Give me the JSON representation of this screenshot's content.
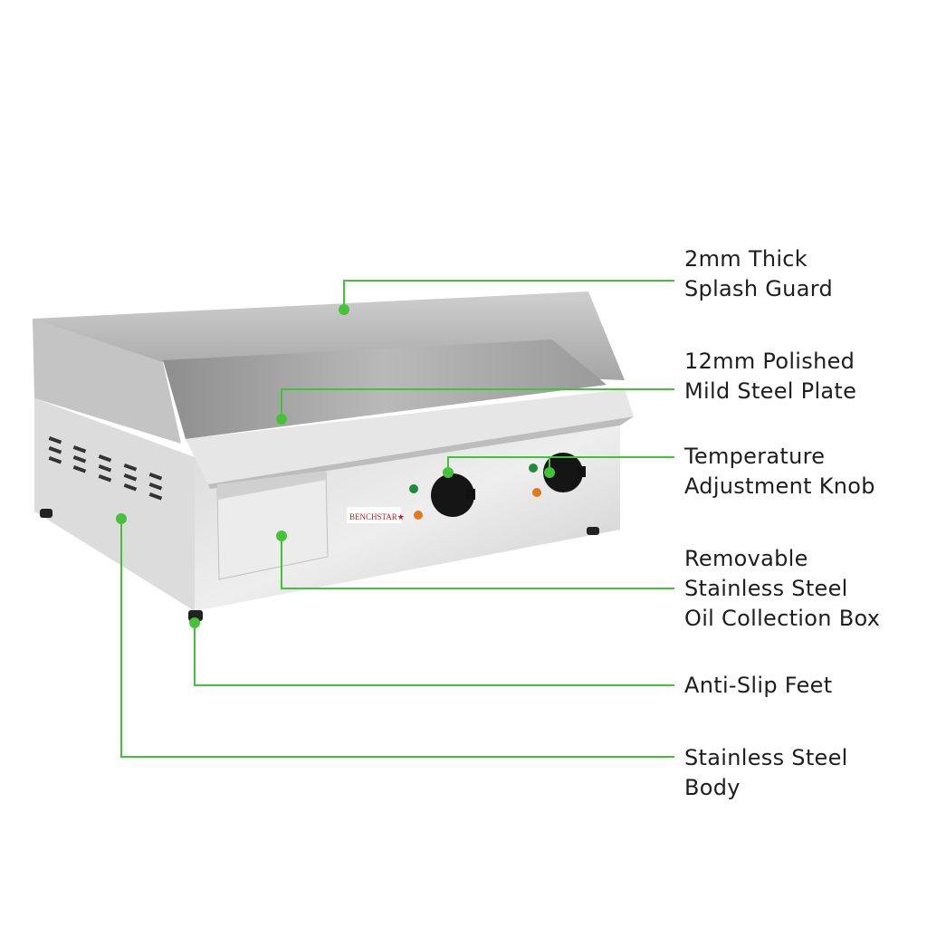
{
  "product": {
    "brand_logo_text": "BENCHSTAR"
  },
  "colors": {
    "callout_line": "#45c23a",
    "label_text": "#1e1e1e"
  },
  "callouts": [
    {
      "id": "splash-guard",
      "text": "2mm Thick\nSplash Guard"
    },
    {
      "id": "plate",
      "text": "12mm Polished\nMild Steel Plate"
    },
    {
      "id": "knob",
      "text": "Temperature\nAdjustment Knob"
    },
    {
      "id": "oil-box",
      "text": "Removable\nStainless Steel\nOil Collection Box"
    },
    {
      "id": "feet",
      "text": "Anti-Slip Feet"
    },
    {
      "id": "body",
      "text": "Stainless Steel\nBody"
    }
  ]
}
